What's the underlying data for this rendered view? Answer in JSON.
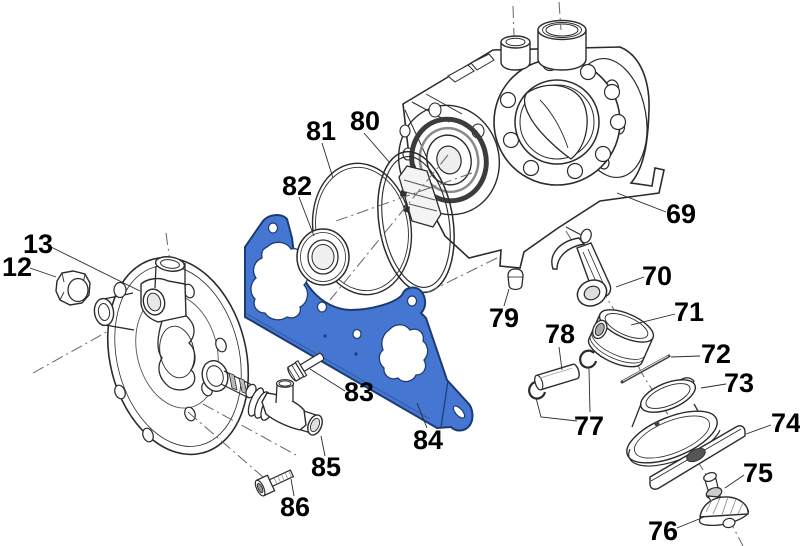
{
  "colors": {
    "highlight_fill": "#4577d2",
    "highlight_outline": "#1d3b73",
    "line": "#2b2b2b",
    "background": "#ffffff"
  },
  "callouts": {
    "c12": "12",
    "c13": "13",
    "c69": "69",
    "c70": "70",
    "c71": "71",
    "c72": "72",
    "c73": "73",
    "c74": "74",
    "c75": "75",
    "c76": "76",
    "c77": "77",
    "c78": "78",
    "c79": "79",
    "c80": "80",
    "c81": "81",
    "c82": "82",
    "c83": "83",
    "c84": "84",
    "c85": "85",
    "c86": "86"
  }
}
